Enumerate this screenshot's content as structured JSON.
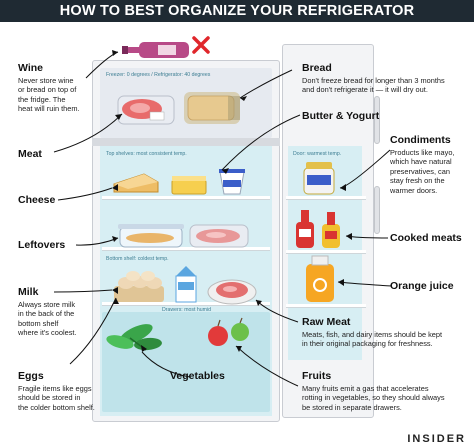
{
  "title": "HOW TO BEST ORGANIZE YOUR REFRIGERATOR",
  "brand": "INSIDER",
  "fridge_labels": {
    "freezer": "Freezer: 0 degrees / Refrigerator: 40 degrees",
    "top_shelves": "Top shelves: most consistent temp.",
    "door": "Door: warmest temp.",
    "bottom_shelf": "Bottom shelf: coldest temp.",
    "drawers": "Drawers: most humid"
  },
  "left_items": [
    {
      "label": "Wine",
      "desc": [
        "Never store wine",
        "or bread on top of",
        "the fridge. The",
        "heat will ruin them."
      ]
    },
    {
      "label": "Meat",
      "desc": []
    },
    {
      "label": "Cheese",
      "desc": []
    },
    {
      "label": "Leftovers",
      "desc": []
    },
    {
      "label": "Milk",
      "desc": [
        "Always store milk",
        "in the back of the",
        "bottom shelf",
        "where it's coolest."
      ]
    },
    {
      "label": "Eggs",
      "desc": [
        "Fragile items like eggs",
        "should be stored in",
        "the colder bottom shelf."
      ]
    }
  ],
  "right_items": [
    {
      "label": "Bread",
      "desc": [
        "Don't freeze bread for longer than 3 months",
        "and don't refrigerate it — it will dry out."
      ]
    },
    {
      "label": "Butter & Yogurt",
      "desc": []
    },
    {
      "label": "Condiments",
      "desc": [
        "Products like mayo,",
        "which have natural",
        "preservatives, can",
        "stay fresh on the",
        "warmer doors."
      ]
    },
    {
      "label": "Cooked meats",
      "desc": []
    },
    {
      "label": "Orange juice",
      "desc": []
    },
    {
      "label": "Raw Meat",
      "desc": [
        "Meats, fish, and dairy items should be kept",
        "in their original packaging for freshness."
      ]
    },
    {
      "label": "Fruits",
      "desc": [
        "Many fruits emit a gas that accelerates",
        "rotting in vegetables, so they should always",
        "be stored in separate drawers."
      ]
    }
  ],
  "center_items": {
    "vegetables": "Vegetables"
  },
  "colors": {
    "banner": "#1f2a33",
    "fridge_interior": "#d7eef3",
    "drawer": "#bfe3ea",
    "label_accent": "#3c7d92"
  }
}
